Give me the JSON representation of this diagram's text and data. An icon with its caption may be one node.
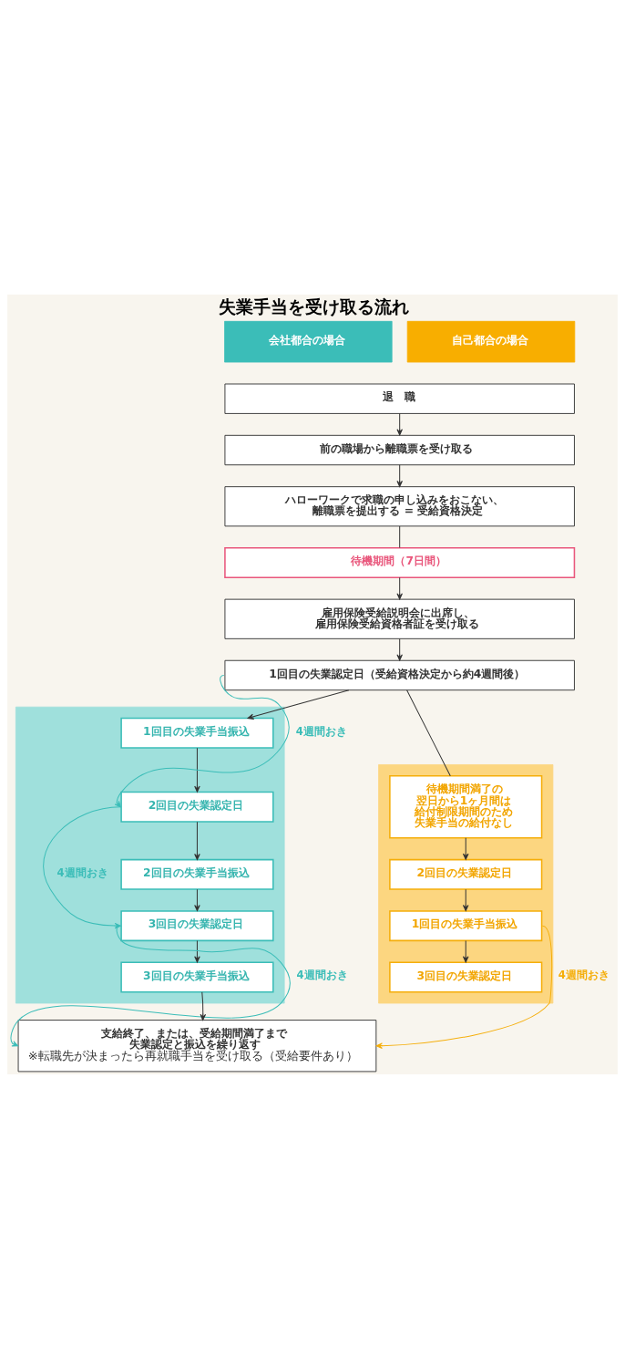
{
  "diagram": {
    "title": "失業手当を受け取る流れ",
    "nodes": [
      {
        "text": [
          "会社都合の場合"
        ]
      },
      {
        "text": [
          "自己都合の場合"
        ]
      },
      {
        "text": [],
        "shape": "box"
      },
      {
        "text": [],
        "shape": "box"
      },
      {
        "text": [
          "退　職"
        ]
      },
      {
        "text": [
          "前の職場から離職票を受け取る"
        ]
      },
      {
        "text": [
          "ハローワークで求職の申し込みをおこない、離職票を提出する = 受給資格決定"
        ]
      },
      {
        "text": [
          "待機期間（7日間）"
        ]
      },
      {
        "text": [
          "雇用保険受給説明会に出席し、雇用保険受給資格者証を受け取る"
        ]
      },
      {
        "text": [
          "1回目の失業認定日（受給資格決定から約4週間後）"
        ]
      },
      {
        "text": [
          "1回目の失業手当振込"
        ],
        "in": 2
      },
      {
        "text": [
          "待機期間満了の翌日から1ヶ月間は給付制限期間のため失業手当の給付なし"
        ],
        "in": 3
      },
      {
        "text": [
          "2回目の失業認定日"
        ],
        "in": 2
      },
      {
        "text": [
          "2回目の失業手当振込"
        ],
        "in": 2
      },
      {
        "text": [
          "2回目の失業認定日"
        ],
        "in": 3
      },
      {
        "text": [
          "3回目の失業認定日"
        ],
        "in": 2
      },
      {
        "text": [
          "1回目の失業手当振込"
        ],
        "in": 3
      },
      {
        "text": [
          "3回目の失業手当振込"
        ],
        "in": 2
      },
      {
        "text": [
          "3回目の失業認定日"
        ],
        "in": 3
      },
      {
        "text": [
          "支給終了、または、受給期間満了まで失業認定と振込を繰り返す",
          "※転職先が決まったら再就職手当を受け取る（受給要件あり）"
        ]
      }
    ],
    "edges": [
      {
        "from": 4,
        "to": 5,
        "arrow": "to"
      },
      {
        "from": 5,
        "to": 6,
        "arrow": "to"
      },
      {
        "from": 6,
        "to": 7,
        "arrow": "none"
      },
      {
        "from": 7,
        "to": 8,
        "arrow": "to"
      },
      {
        "from": 8,
        "to": 9,
        "arrow": "to"
      },
      {
        "from": 9,
        "to": 10,
        "arrow": "to"
      },
      {
        "from": 9,
        "to": 11,
        "arrow": "none"
      },
      {
        "from": 10,
        "to": 12,
        "arrow": "to"
      },
      {
        "from": 12,
        "to": 13,
        "arrow": "to"
      },
      {
        "from": 13,
        "to": 15,
        "arrow": "to"
      },
      {
        "from": 15,
        "to": 17,
        "arrow": "to"
      },
      {
        "from": 17,
        "to": 19,
        "arrow": "to"
      },
      {
        "from": 11,
        "to": 14,
        "arrow": "to"
      },
      {
        "from": 14,
        "to": 16,
        "arrow": "to"
      },
      {
        "from": 16,
        "to": 18,
        "arrow": "to"
      },
      {
        "from": 9,
        "to": 12,
        "arrow": "to",
        "label": "4週間おき",
        "color": "#3bbdb8"
      },
      {
        "from": 12,
        "to": 15,
        "arrow": "to",
        "label": "4週間おき",
        "color": "#3bbdb8"
      },
      {
        "from": 15,
        "to": 19,
        "arrow": "to",
        "label": "4週間おき",
        "color": "#3bbdb8"
      },
      {
        "from": 16,
        "to": 19,
        "arrow": "to",
        "label": "4週間おき",
        "color": "#f5ae0a"
      }
    ]
  }
}
